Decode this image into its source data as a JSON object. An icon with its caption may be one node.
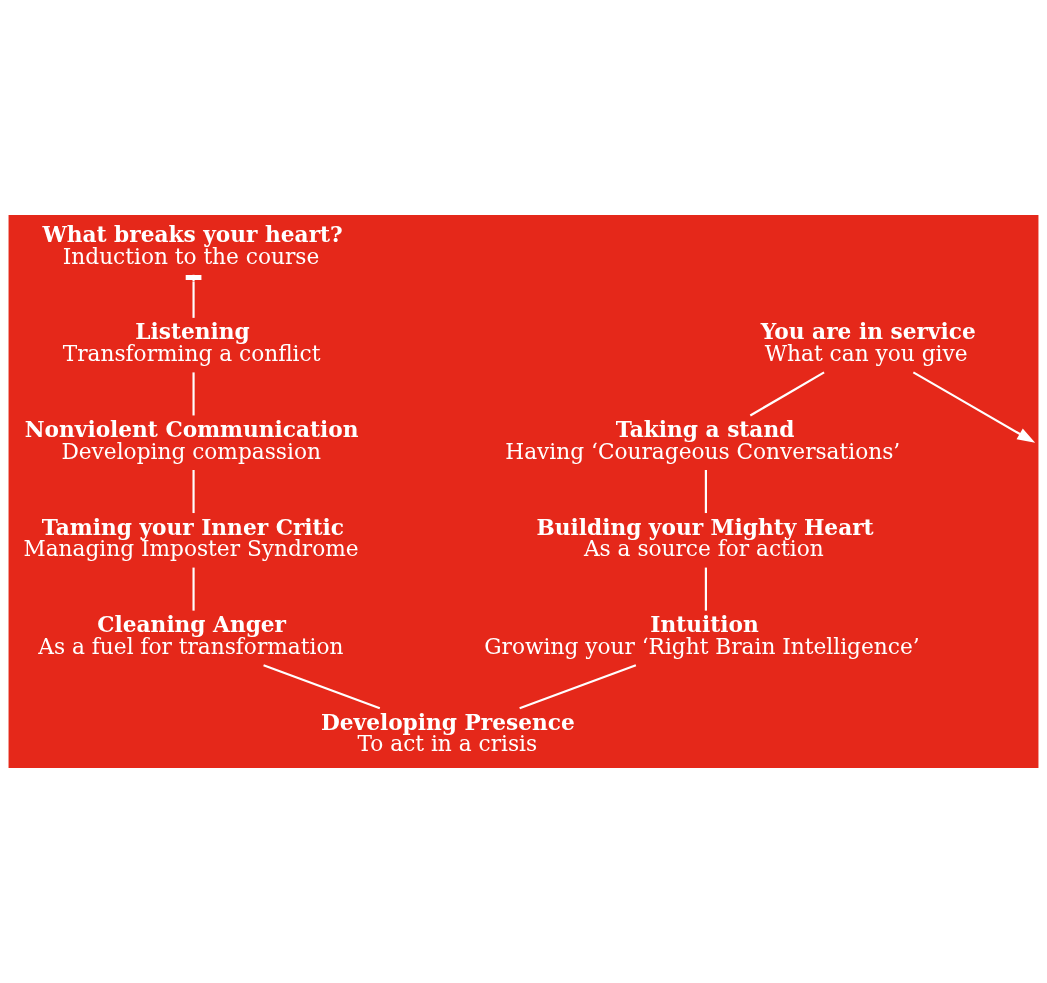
{
  "diagram": {
    "nodes": [
      {
        "text": [
          "What breaks your heart?",
          "Induction to the course"
        ]
      },
      {
        "text": [
          "Listening",
          "Transforming a conflict"
        ]
      },
      {
        "text": [
          "Nonviolent Communication",
          "Developing compassion"
        ]
      },
      {
        "text": [
          "Taming your Inner Critic",
          "Managing Imposter Syndrome"
        ]
      },
      {
        "text": [
          "Cleaning Anger",
          "As a fuel for transformation"
        ]
      },
      {
        "text": [
          "Developing Presence",
          "To act in a crisis"
        ]
      },
      {
        "text": [
          "Intuition",
          "Growing your ‘Right Brain Intelligence’"
        ]
      },
      {
        "text": [
          "Building your Mighty Heart",
          "As a source for action"
        ]
      },
      {
        "text": [
          "Taking a stand",
          "Having ‘Courageous Conversations’"
        ]
      },
      {
        "text": [
          "You are in service",
          "What can you give"
        ]
      }
    ],
    "edges": [
      {
        "from": 0,
        "to": 1,
        "arrow": "other"
      },
      {
        "from": 1,
        "to": 2,
        "arrow": "none"
      },
      {
        "from": 2,
        "to": 3,
        "arrow": "none"
      },
      {
        "from": 3,
        "to": 4,
        "arrow": "none"
      },
      {
        "from": 4,
        "to": 5,
        "arrow": "none"
      },
      {
        "from": 5,
        "to": 6,
        "arrow": "none"
      },
      {
        "from": 6,
        "to": 7,
        "arrow": "none"
      },
      {
        "from": 7,
        "to": 8,
        "arrow": "none"
      },
      {
        "from": 8,
        "to": 9,
        "arrow": "none"
      },
      {
        "from": 9,
        "to": null,
        "arrow": "to"
      }
    ]
  }
}
